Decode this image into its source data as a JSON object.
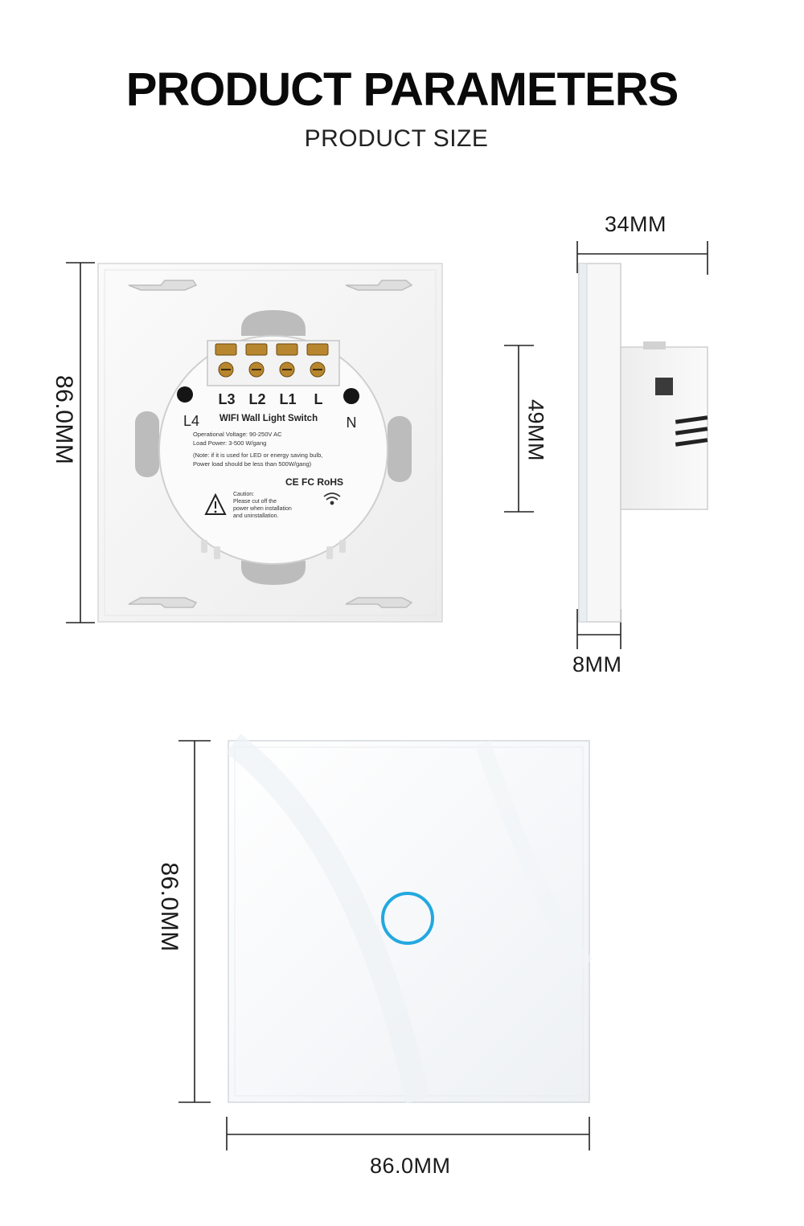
{
  "header": {
    "title": "PRODUCT PARAMETERS",
    "subtitle": "PRODUCT SIZE"
  },
  "back_view": {
    "height_label": "86.0MM",
    "terminals": [
      "L3",
      "L2",
      "L1",
      "L"
    ],
    "left_terminal": "L4",
    "right_terminal": "N",
    "product_name": "WIFI Wall Light Switch",
    "spec_voltage": "Operational Voltage: 90-250V AC",
    "spec_load": "Load Power: 3-500 W/gang",
    "spec_note": "(Note: if it is used for LED or energy saving bulb,",
    "spec_note2": "Power load should be less than 500W/gang)",
    "certifications": "CE FC RoHS",
    "caution_line1": "Caution:",
    "caution_line2": "Please cut off the",
    "caution_line3": "power when installation",
    "caution_line4": "and uninstallation."
  },
  "side_view": {
    "depth_label": "34MM",
    "body_height_label": "49MM",
    "plate_thickness_label": "8MM"
  },
  "front_view": {
    "height_label": "86.0MM",
    "width_label": "86.0MM",
    "touch_ring_color": "#22a8e0"
  }
}
